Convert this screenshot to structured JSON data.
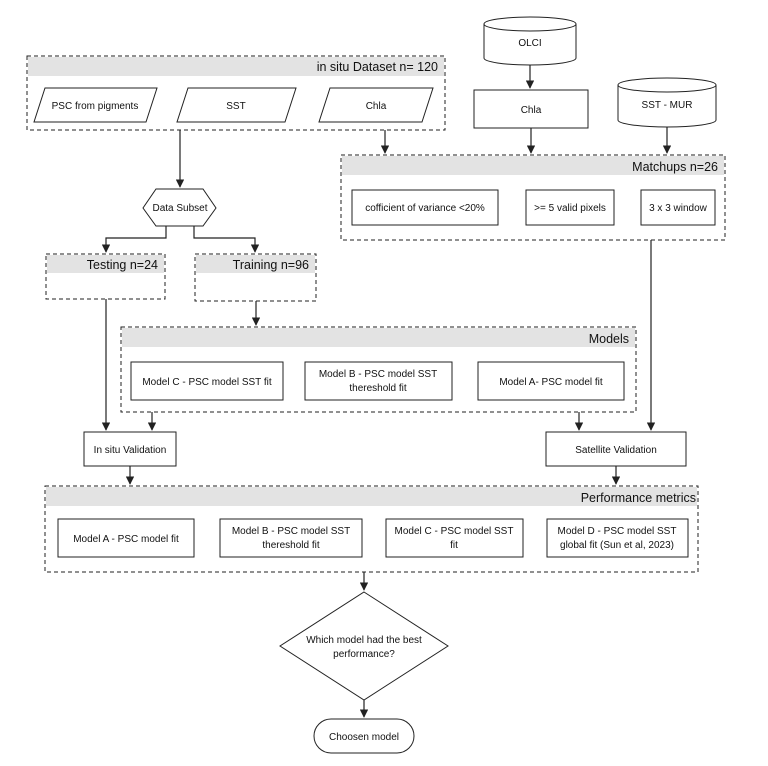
{
  "groups": {
    "insitu_dataset": "in situ Dataset n= 120",
    "matchups": "Matchups n=26",
    "testing": "Testing n=24",
    "training": "Training n=96",
    "models": "Models",
    "performance": "Performance metrics"
  },
  "insitu_items": [
    "PSC from pigments",
    "SST",
    "Chla"
  ],
  "satellite": {
    "olci": "OLCI",
    "chla": "Chla",
    "sst_mur": "SST - MUR"
  },
  "matchup_items": [
    "cofficient of variance <20%",
    ">= 5 valid pixels",
    "3 x 3 window"
  ],
  "data_subset": "Data Subset",
  "models": {
    "model_c": "Model C - PSC model SST fit",
    "model_b": [
      "Model B - PSC model SST",
      "thereshold fit"
    ],
    "model_a": "Model A- PSC model fit"
  },
  "validation": {
    "insitu": "In situ Validation",
    "satellite": "Satellite Validation"
  },
  "performance_items": {
    "model_a": "Model A -  PSC model fit",
    "model_b": [
      "Model B -  PSC model SST",
      "thereshold fit"
    ],
    "model_c": [
      "Model C - PSC model SST",
      "fit"
    ],
    "model_d": [
      "Model D - PSC model SST",
      "global fit (Sun et al, 2023)"
    ]
  },
  "decision": [
    "Which model had the best",
    "performance?"
  ],
  "result": "Choosen model"
}
